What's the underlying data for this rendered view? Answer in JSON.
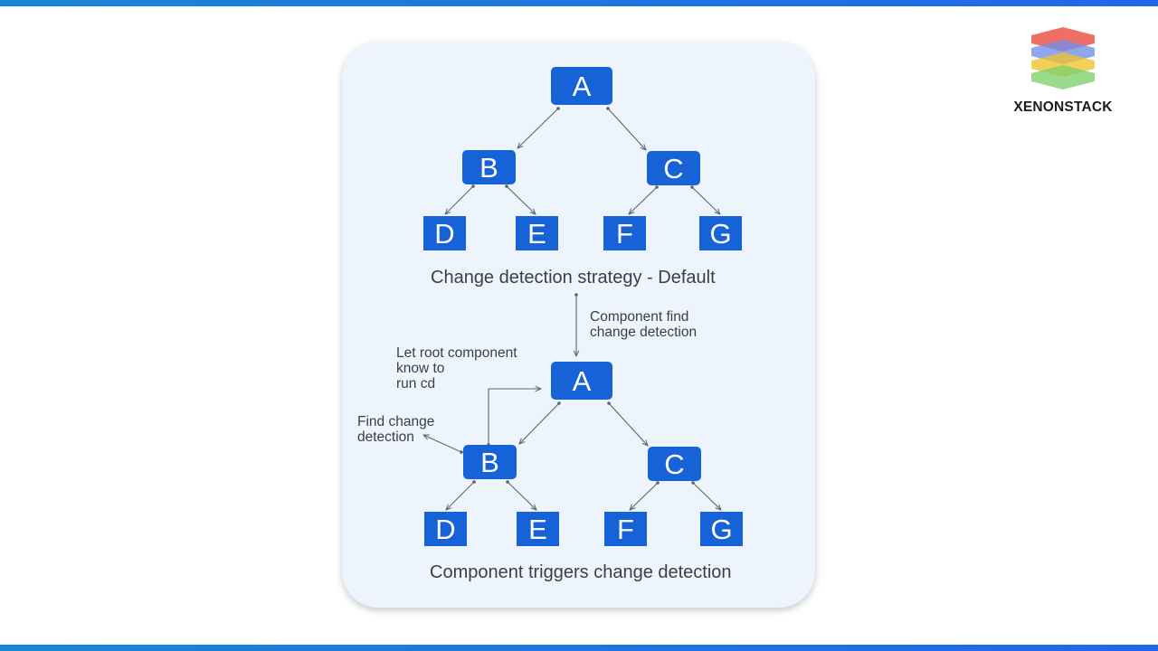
{
  "colors": {
    "node_fill": "#1662d6",
    "card_background": "#edf4fc",
    "caption_text": "#3a3f47",
    "arrow": "#5b6470",
    "bar_gradient_start": "#1a86d6",
    "bar_gradient_end": "#2266e8"
  },
  "top_tree": {
    "nodes": {
      "a": "A",
      "b": "B",
      "c": "C",
      "d": "D",
      "e": "E",
      "f": "F",
      "g": "G"
    },
    "caption": "Change detection strategy - Default"
  },
  "transition_label": [
    "Component find",
    "change detection"
  ],
  "bottom_tree": {
    "nodes": {
      "a": "A",
      "b": "B",
      "c": "C",
      "d": "D",
      "e": "E",
      "f": "F",
      "g": "G"
    },
    "caption": "Component triggers change detection",
    "note_root": [
      "Let root component",
      "know to",
      "run cd"
    ],
    "note_find": [
      "Find change",
      "detection"
    ]
  },
  "logo": {
    "text": "XENONSTACK",
    "icon": "stacked-layers-icon",
    "layer_colors": [
      "#e8463a",
      "#6f8fe8",
      "#f0c12e",
      "#7ccf6a"
    ]
  }
}
